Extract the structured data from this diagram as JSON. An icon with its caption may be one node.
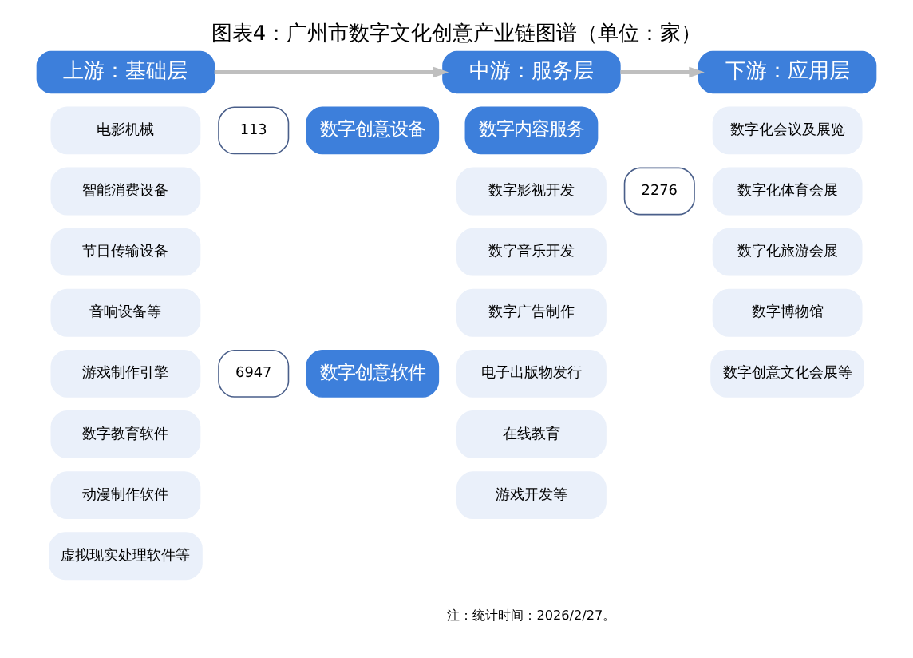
{
  "diagram": {
    "title": "图表4：广州市数字文化创意产业链图谱（单位：家）",
    "nodes": [
      {
        "text": [
          "上游：基础层"
        ]
      },
      {
        "text": [
          "数字创意设备"
        ]
      },
      {
        "text": [
          "电影机械"
        ]
      },
      {
        "text": [
          "智能消费设备"
        ]
      },
      {
        "text": [
          "节目传输设备"
        ]
      },
      {
        "text": [
          "音响设备等"
        ]
      },
      {
        "text": [
          "113"
        ]
      },
      {
        "text": [
          "数字创意软件"
        ]
      },
      {
        "text": [
          "游戏制作引擎"
        ]
      },
      {
        "text": [
          "数字教育软件"
        ]
      },
      {
        "text": [
          "动漫制作软件"
        ]
      },
      {
        "text": [
          "虚拟现实处理软件等"
        ]
      },
      {
        "text": [
          "6947"
        ]
      },
      {
        "text": [
          "中游：服务层"
        ]
      },
      {
        "text": [
          "数字内容服务"
        ]
      },
      {
        "text": [
          "数字影视开发"
        ]
      },
      {
        "text": [
          "数字音乐开发"
        ]
      },
      {
        "text": [
          "数字广告制作"
        ]
      },
      {
        "text": [
          "电子出版物发行"
        ]
      },
      {
        "text": [
          "在线教育"
        ]
      },
      {
        "text": [
          "游戏开发等"
        ]
      },
      {
        "text": [
          "2276"
        ]
      },
      {
        "text": [
          "下游：应用层"
        ]
      },
      {
        "text": [
          "数字化会议及展览"
        ]
      },
      {
        "text": [
          "数字化体育会展"
        ]
      },
      {
        "text": [
          "数字化旅游会展"
        ]
      },
      {
        "text": [
          "数字博物馆"
        ]
      },
      {
        "text": [
          "数字创意文化会展等"
        ]
      }
    ],
    "edges": [
      {
        "from": 0,
        "to": 13,
        "arrow": "to"
      },
      {
        "from": 13,
        "to": 22,
        "arrow": "to"
      }
    ],
    "labels": [
      "注：统计时间：2026/2/27。"
    ]
  }
}
